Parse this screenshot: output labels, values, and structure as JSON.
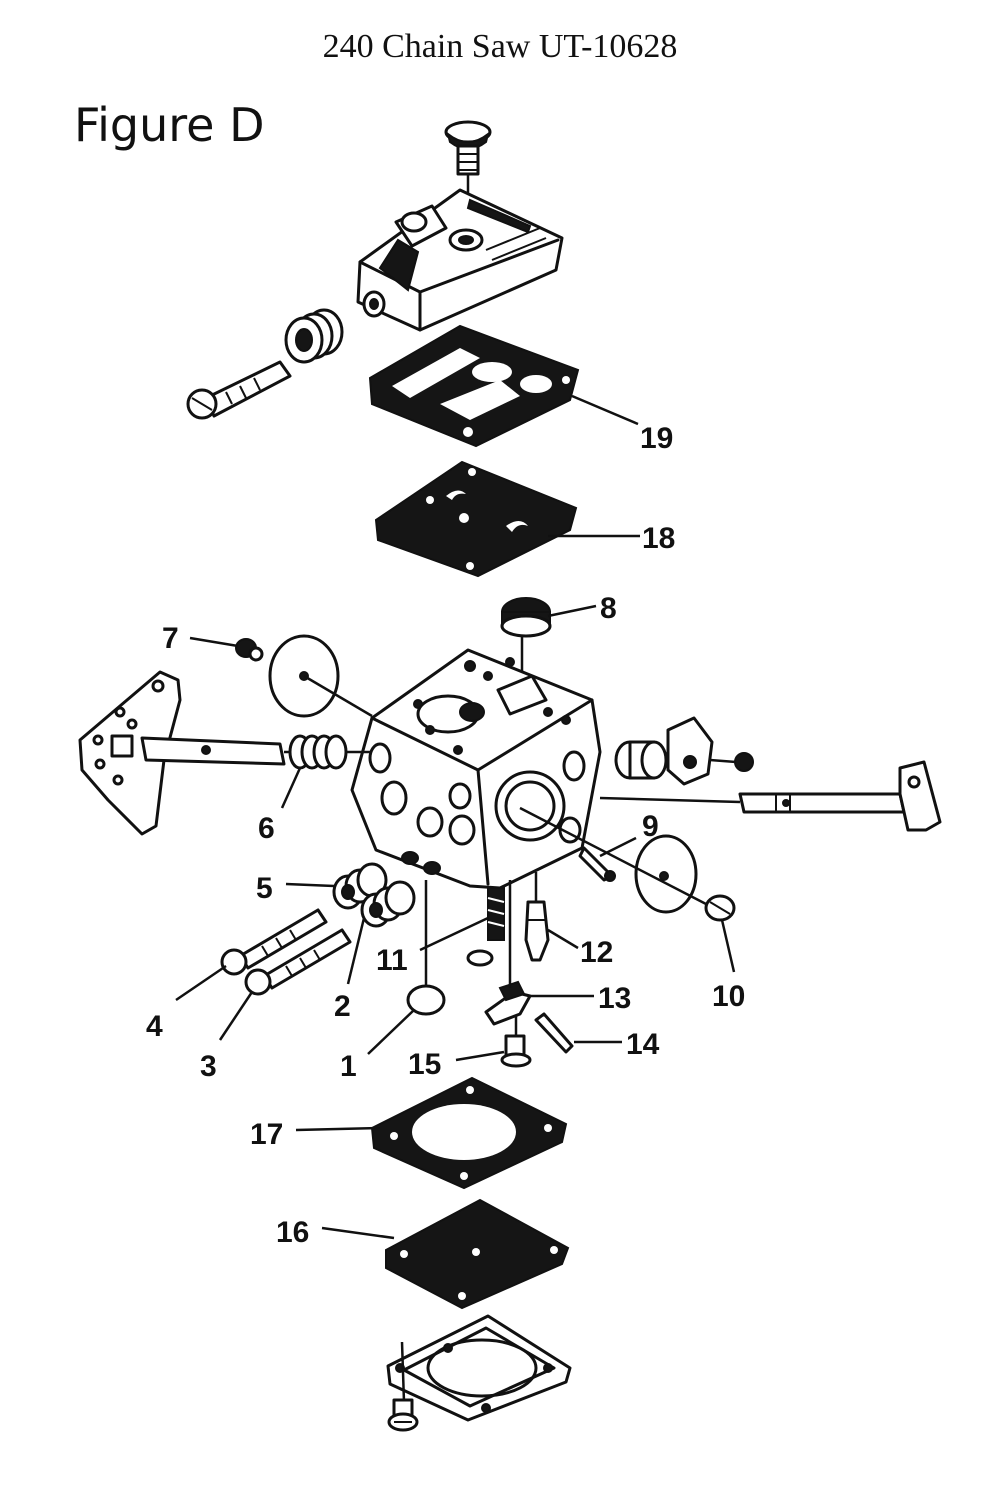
{
  "document": {
    "title": "240 Chain Saw UT-10628",
    "figure_label": "Figure D"
  },
  "callouts": [
    {
      "number": "1"
    },
    {
      "number": "2"
    },
    {
      "number": "3"
    },
    {
      "number": "4"
    },
    {
      "number": "5"
    },
    {
      "number": "6"
    },
    {
      "number": "7"
    },
    {
      "number": "8"
    },
    {
      "number": "9"
    },
    {
      "number": "10"
    },
    {
      "number": "11"
    },
    {
      "number": "12"
    },
    {
      "number": "13"
    },
    {
      "number": "14"
    },
    {
      "number": "15"
    },
    {
      "number": "16"
    },
    {
      "number": "17"
    },
    {
      "number": "18"
    },
    {
      "number": "19"
    }
  ]
}
